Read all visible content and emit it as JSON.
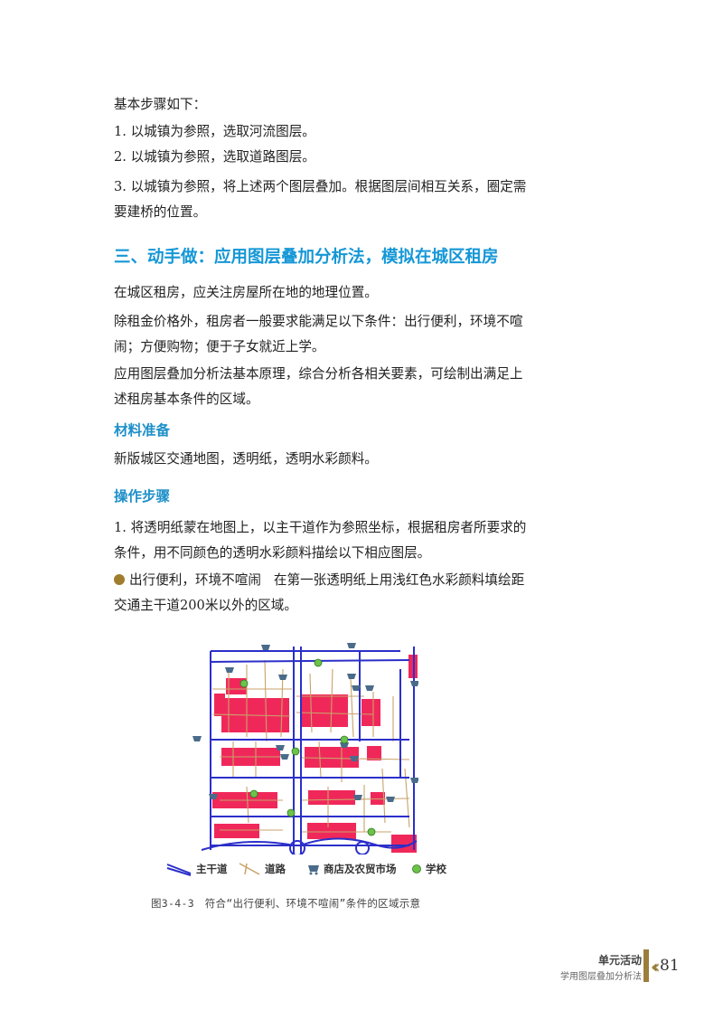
{
  "intro": {
    "steps_heading": "基本步骤如下：",
    "step1": "1. 以城镇为参照，选取河流图层。",
    "step2": "2. 以城镇为参照，选取道路图层。",
    "step3": "3. 以城镇为参照，将上述两个图层叠加。根据图层间相互关系，圈定需要建桥的位置。"
  },
  "section": {
    "title": "三、动手做：应用图层叠加分析法，模拟在城区租房",
    "para1": "在城区租房，应关注房屋所在地的地理位置。",
    "para2": "除租金价格外，租房者一般要求能满足以下条件：出行便利，环境不喧闹；方便购物；便于子女就近上学。",
    "para3": "应用图层叠加分析法基本原理，综合分析各相关要素，可绘制出满足上述租房基本条件的区域。"
  },
  "materials": {
    "heading": "材料准备",
    "text": "新版城区交通地图，透明纸，透明水彩颜料。"
  },
  "procedure": {
    "heading": "操作步骤",
    "step1": "1. 将透明纸蒙在地图上，以主干道作为参照坐标，根据租房者所要求的条件，用不同颜色的透明水彩颜料描绘以下相应图层。",
    "bullet_title": "出行便利，环境不喧闹",
    "bullet_text": "在第一张透明纸上用浅红色水彩颜料填绘距交通主干道200米以外的区域。"
  },
  "legend": {
    "main_road": "主干道",
    "road": "道路",
    "shop": "商店及农贸市场",
    "school": "学校"
  },
  "figure_caption": "图3-4-3　符合“出行便利、环境不喧闹”条件的区域示意",
  "footer": {
    "unit": "单元活动",
    "subtitle": "学用图层叠加分析法",
    "page_number": "81"
  },
  "colors": {
    "heading_blue": "#1597d6",
    "main_road": "#2b2fc9",
    "road": "#c9a26a",
    "zone_fill": "#f0285a",
    "school": "#6cc24a",
    "shop": "#4a6b8a",
    "accent_gold": "#9c7e3a"
  }
}
